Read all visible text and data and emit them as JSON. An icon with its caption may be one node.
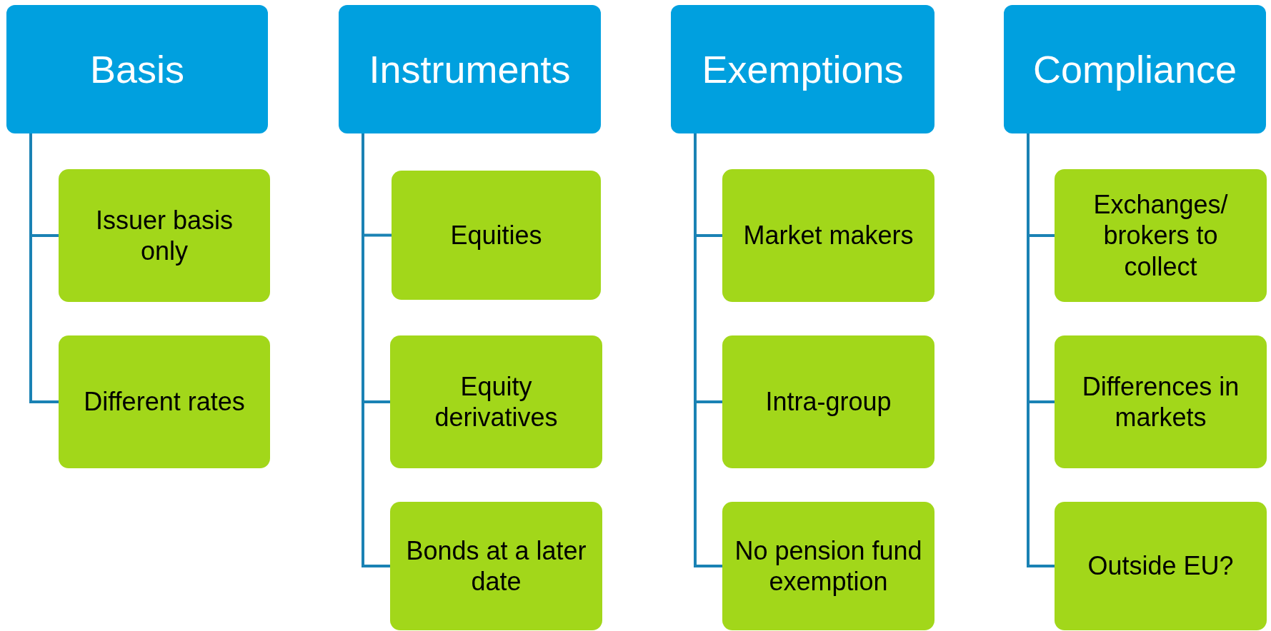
{
  "diagram": {
    "nodes": [
      {
        "text": [
          "Basis"
        ]
      },
      {
        "text": [
          "Issuer basis only"
        ]
      },
      {
        "text": [
          "Different rates"
        ]
      },
      {
        "text": [
          "Instruments"
        ]
      },
      {
        "text": [
          "Equities"
        ]
      },
      {
        "text": [
          "Equity derivatives"
        ]
      },
      {
        "text": [
          "Bonds at a later date"
        ]
      },
      {
        "text": [
          "Exemptions"
        ]
      },
      {
        "text": [
          "Market makers"
        ]
      },
      {
        "text": [
          "Intra-group"
        ]
      },
      {
        "text": [
          "No pension fund exemption"
        ]
      },
      {
        "text": [
          "Compliance"
        ]
      },
      {
        "text": [
          "Exchanges/ brokers to collect"
        ]
      },
      {
        "text": [
          "Differences in markets"
        ]
      },
      {
        "text": [
          "Outside EU?"
        ]
      }
    ],
    "edges": [
      {
        "from": 0,
        "to": 1,
        "arrow": "none"
      },
      {
        "from": 0,
        "to": 2,
        "arrow": "none"
      },
      {
        "from": 3,
        "to": 4,
        "arrow": "none"
      },
      {
        "from": 3,
        "to": 5,
        "arrow": "none"
      },
      {
        "from": 3,
        "to": 6,
        "arrow": "none"
      },
      {
        "from": 7,
        "to": 8,
        "arrow": "none"
      },
      {
        "from": 7,
        "to": 9,
        "arrow": "none"
      },
      {
        "from": 7,
        "to": 10,
        "arrow": "none"
      },
      {
        "from": 11,
        "to": 12,
        "arrow": "none"
      },
      {
        "from": 11,
        "to": 13,
        "arrow": "none"
      },
      {
        "from": 11,
        "to": 14,
        "arrow": "none"
      }
    ]
  }
}
